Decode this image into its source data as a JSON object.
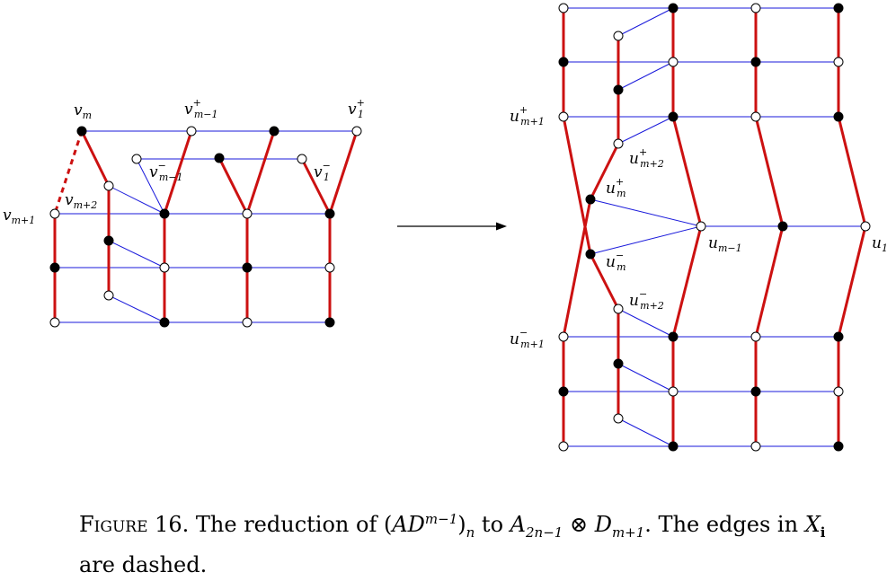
{
  "labels": {
    "v_m": {
      "base": "v",
      "sub": "m",
      "sup": ""
    },
    "v_m_minus_1_plus": {
      "base": "v",
      "sub": "m−1",
      "sup": "+"
    },
    "v_1_plus": {
      "base": "v",
      "sub": "1",
      "sup": "+"
    },
    "v_m_minus_1_minus": {
      "base": "v",
      "sub": "m−1",
      "sup": "−"
    },
    "v_1_minus": {
      "base": "v",
      "sub": "1",
      "sup": "−"
    },
    "v_m_plus_2": {
      "base": "v",
      "sub": "m+2",
      "sup": ""
    },
    "v_m_plus_1": {
      "base": "v",
      "sub": "m+1",
      "sup": ""
    },
    "u_m_plus_1_plus": {
      "base": "u",
      "sub": "m+1",
      "sup": "+"
    },
    "u_m_plus_2_plus": {
      "base": "u",
      "sub": "m+2",
      "sup": "+"
    },
    "u_m_plus": {
      "base": "u",
      "sub": "m",
      "sup": "+"
    },
    "u_m_minus_1": {
      "base": "u",
      "sub": "m−1",
      "sup": ""
    },
    "u_1": {
      "base": "u",
      "sub": "1",
      "sup": ""
    },
    "u_m_minus": {
      "base": "u",
      "sub": "m",
      "sup": "−"
    },
    "u_m_plus_2_minus": {
      "base": "u",
      "sub": "m+2",
      "sup": "−"
    },
    "u_m_plus_1_minus": {
      "base": "u",
      "sub": "m+1",
      "sup": "−"
    }
  },
  "caption": {
    "figure_word": "Figure 16.",
    "text_1": " The reduction of (",
    "ad": "AD",
    "ad_sup": "m−1",
    "paren_close": ")",
    "ad_sub": "n",
    "text_2": " to ",
    "a": "A",
    "a_sub": "2n−1",
    "otimes": " ⊗ ",
    "d": "D",
    "d_sub": "m+1",
    "text_3": ". The edges in ",
    "x": "X",
    "x_sub": "i",
    "text_4": " are dashed."
  },
  "colors": {
    "blue_edge": "#1a1adb",
    "red_edge": "#cc1111",
    "node_fill_black": "#000000",
    "node_fill_white": "#ffffff"
  }
}
